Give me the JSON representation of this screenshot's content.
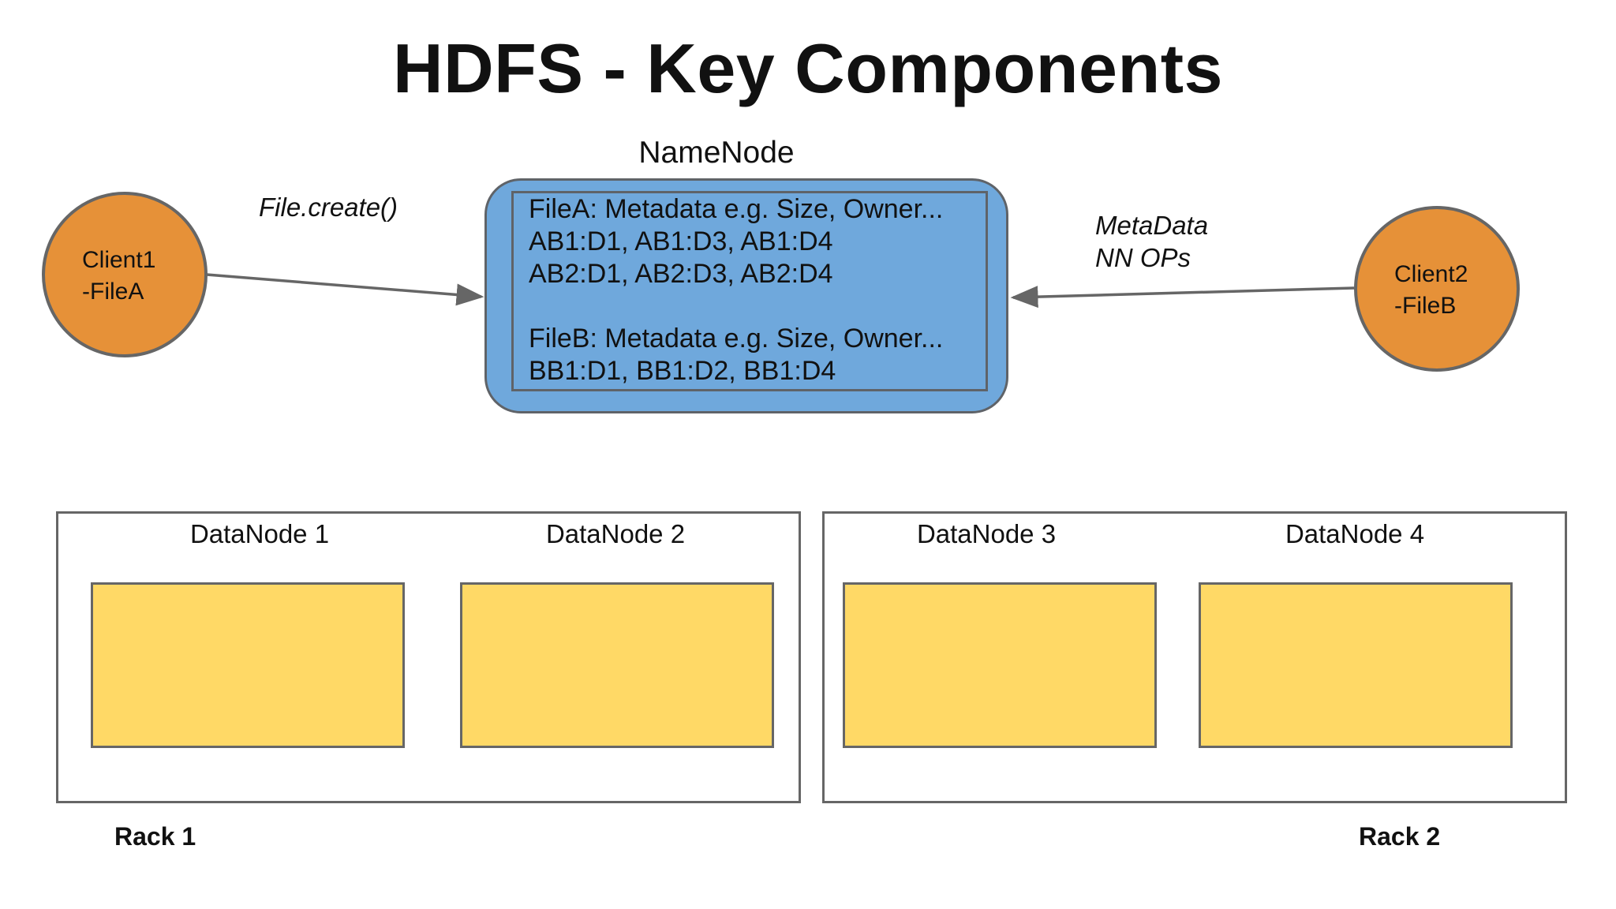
{
  "title": "HDFS - Key Components",
  "namenode": {
    "label": "NameNode",
    "lines": [
      "FileA: Metadata e.g. Size, Owner...",
      "AB1:D1, AB1:D3, AB1:D4",
      "AB2:D1, AB2:D3, AB2:D4",
      "FileB: Metadata e.g. Size, Owner...",
      "BB1:D1, BB1:D2, BB1:D4"
    ]
  },
  "clients": [
    {
      "line1": "Client1",
      "line2": "-FileA"
    },
    {
      "line1": "Client2",
      "line2": "-FileB"
    }
  ],
  "edges": {
    "client1_to_namenode": "File.create()",
    "client2_to_namenode_line1": "MetaData",
    "client2_to_namenode_line2": "NN OPs"
  },
  "racks": [
    {
      "label": "Rack 1",
      "datanodes": [
        "DataNode 1",
        "DataNode 2"
      ]
    },
    {
      "label": "Rack 2",
      "datanodes": [
        "DataNode 3",
        "DataNode 4"
      ]
    }
  ],
  "colors": {
    "namenode_fill": "#6fa8dc",
    "client_fill": "#e69138",
    "datanode_fill": "#ffd966",
    "stroke": "#666666"
  }
}
